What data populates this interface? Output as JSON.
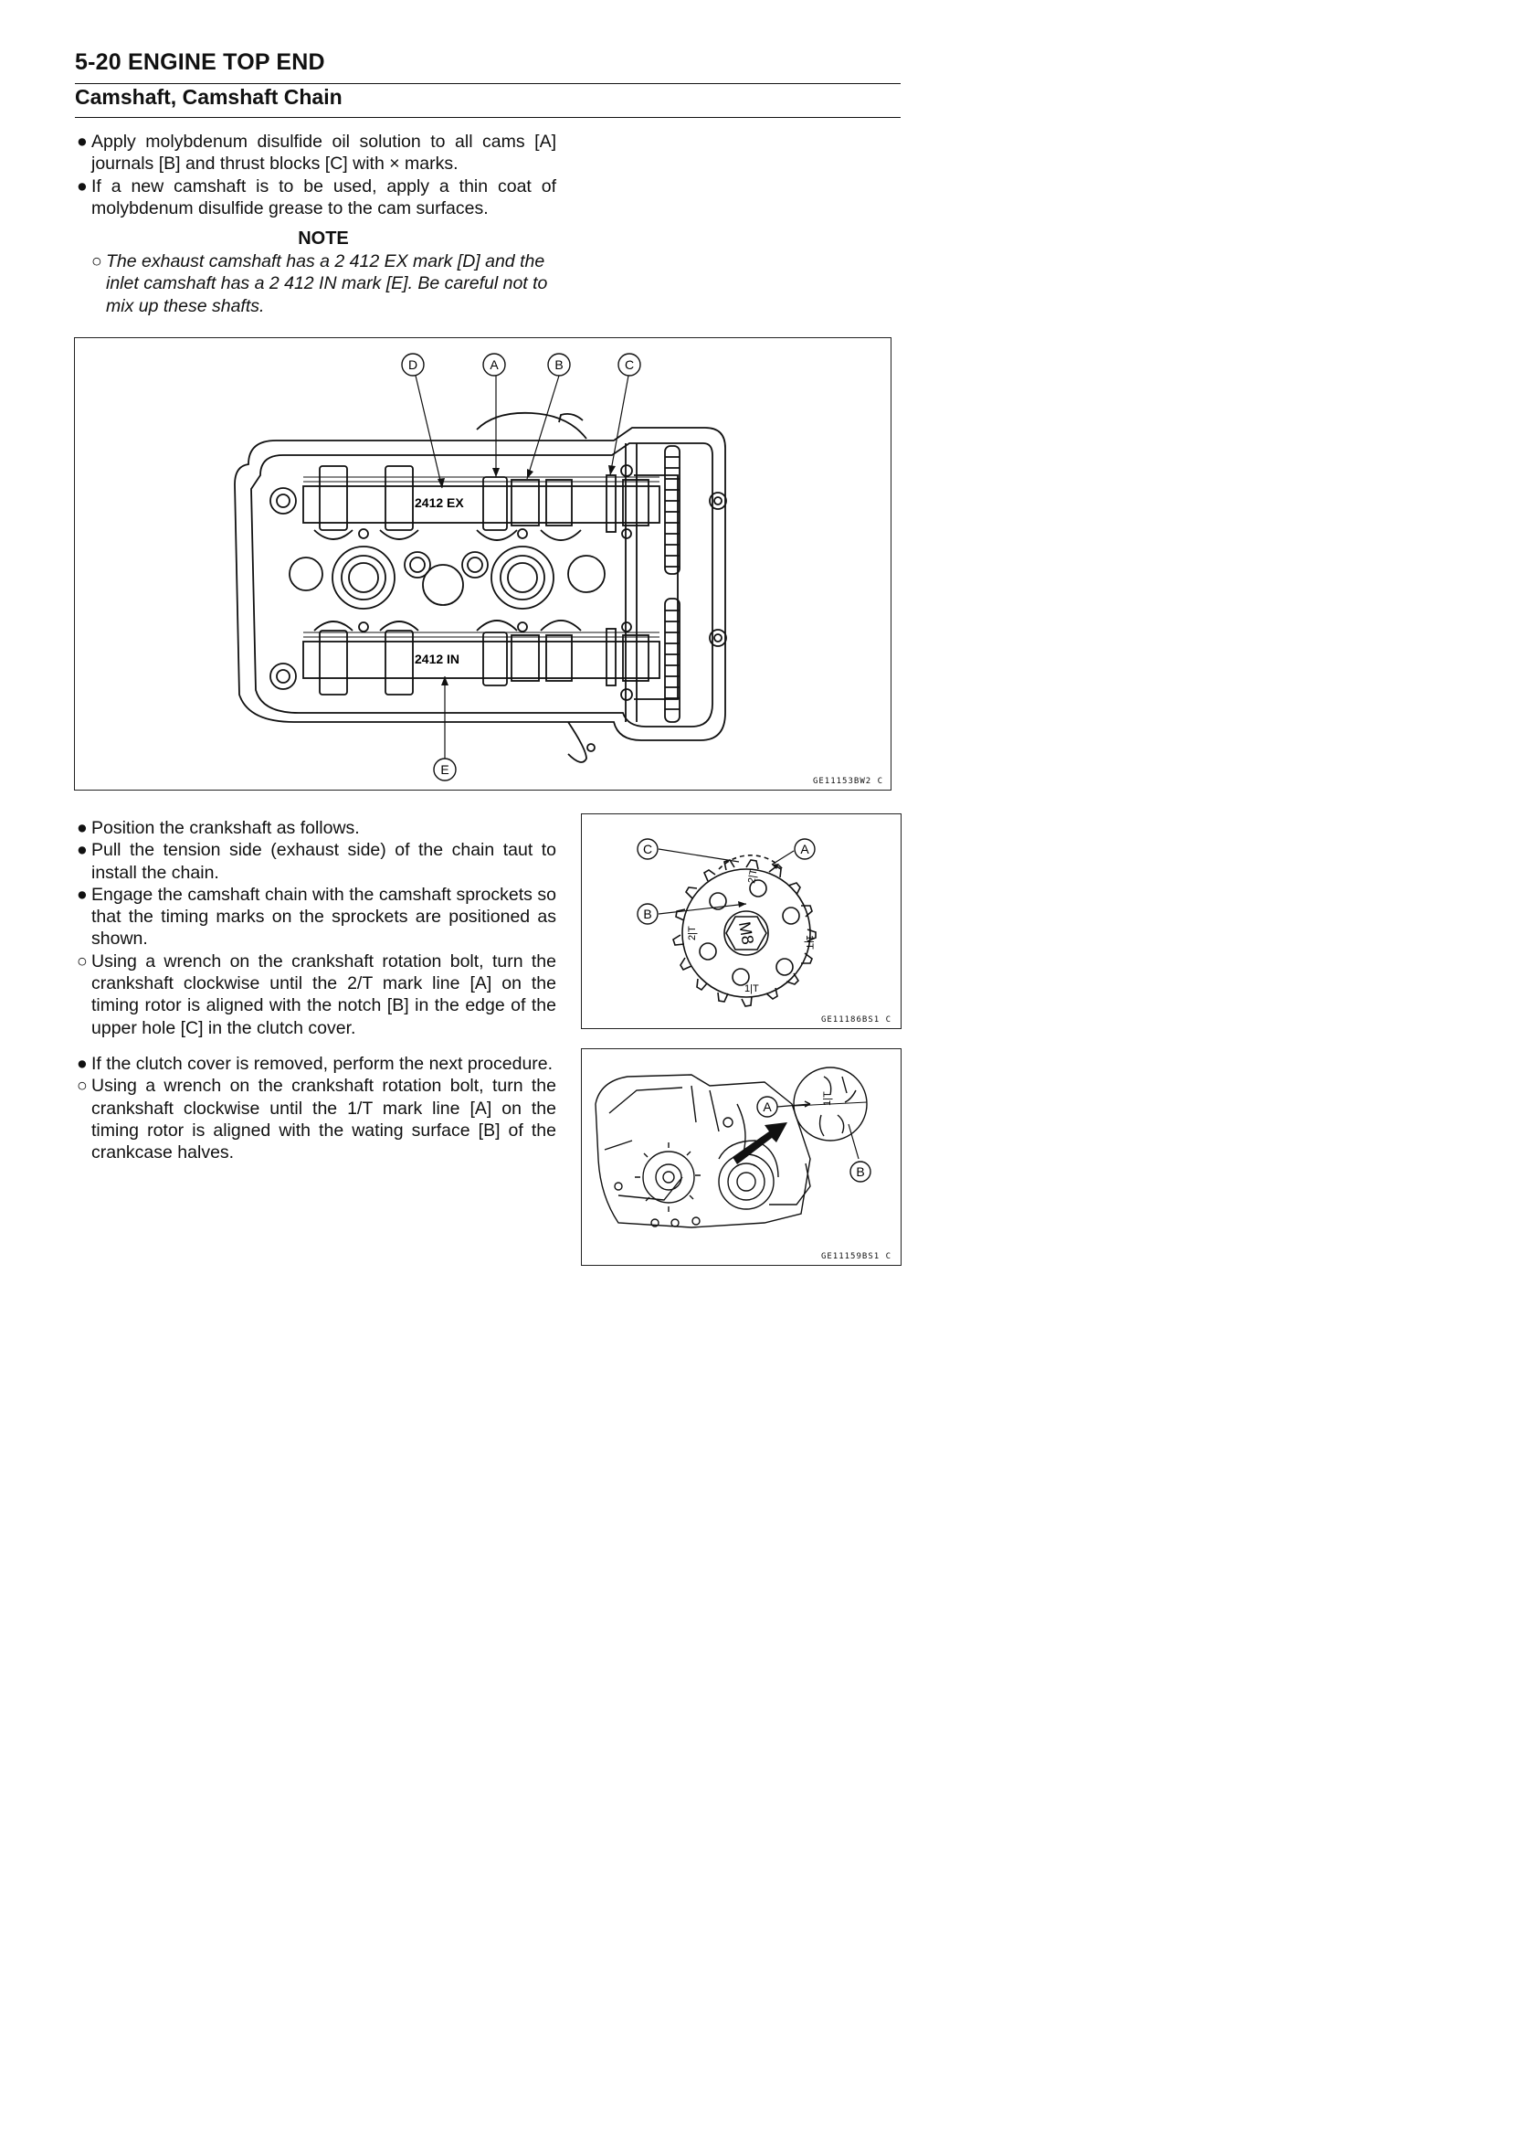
{
  "header": {
    "page_heading": "5-20 ENGINE TOP END",
    "section_title": "Camshaft, Camshaft Chain"
  },
  "block1": [
    {
      "bullet": "●",
      "text": "Apply molybdenum disulfide oil solution to all cams [A] journals [B] and thrust blocks [C] with × marks."
    },
    {
      "bullet": "●",
      "text": "If a new camshaft is to be used, apply a thin coat of molybdenum disulfide grease to the cam surfaces."
    }
  ],
  "note": {
    "title": "NOTE",
    "bullet": "○",
    "text": "The exhaust camshaft has a 2 412 EX mark [D] and the inlet camshaft has a 2 412 IN mark [E]. Be careful not to mix up these shafts."
  },
  "figure1": {
    "code": "GE11153BW2 C",
    "callouts": [
      "D",
      "A",
      "B",
      "C",
      "E"
    ],
    "ex_mark": "2412 EX",
    "in_mark": "2412 IN"
  },
  "block2": [
    {
      "bullet": "●",
      "text": "Position the crankshaft as follows."
    },
    {
      "bullet": "●",
      "text": "Pull the tension side (exhaust side) of the chain taut to install the chain."
    },
    {
      "bullet": "●",
      "text": "Engage the camshaft chain with the camshaft sprockets so that the timing marks on the sprockets are positioned as shown."
    },
    {
      "bullet": "○",
      "text": "Using a wrench on the crankshaft rotation bolt, turn the crankshaft clockwise until the 2/T mark line [A] on the timing rotor is aligned with the notch [B] in the edge of the upper hole [C] in the clutch cover."
    }
  ],
  "figure2": {
    "code": "GE11186BS1 C",
    "callouts": [
      "C",
      "A",
      "B"
    ],
    "bolt_label": "M8",
    "marks": [
      "2|T",
      "1|T",
      "2|T",
      "1|T"
    ]
  },
  "block3": [
    {
      "bullet": "●",
      "text": "If the clutch cover is removed, perform the next procedure."
    },
    {
      "bullet": "○",
      "text": "Using a wrench on the crankshaft rotation bolt, turn the crankshaft clockwise until the 1/T mark line [A] on the timing rotor is aligned with the wating surface [B] of the crankcase halves."
    }
  ],
  "figure3": {
    "code": "GE11159BS1 C",
    "callouts": [
      "A",
      "B"
    ],
    "mark": "1|T"
  }
}
